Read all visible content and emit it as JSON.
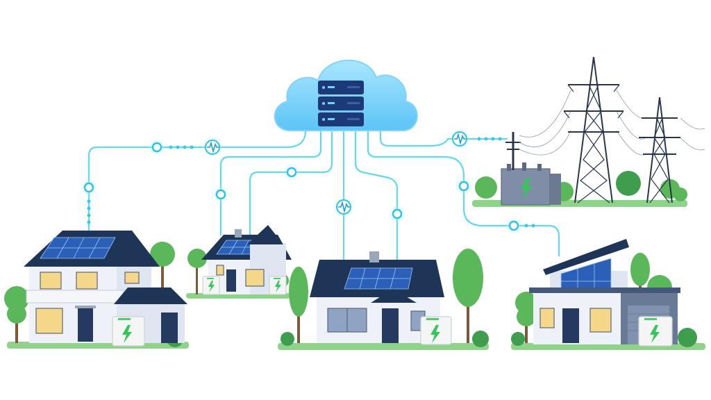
{
  "scene": {
    "type": "illustration",
    "subject": "smart-grid",
    "elements": [
      "cloud-server",
      "house-left",
      "house-small",
      "house-center",
      "house-right",
      "substation",
      "transmission-towers"
    ],
    "colors": {
      "connection_line": "#5fd8f0",
      "cloud": "#7fd3ff",
      "roof": "#1f3557",
      "solar_panel": "#2b5fb8",
      "battery_accent": "#4cd06a",
      "tree": "#5bb85a"
    },
    "icons": [
      "cloud-icon",
      "server-icon",
      "solar-panel-icon",
      "battery-icon",
      "lightning-bolt-icon",
      "pulse-icon",
      "transmission-tower-icon",
      "transformer-icon"
    ]
  }
}
